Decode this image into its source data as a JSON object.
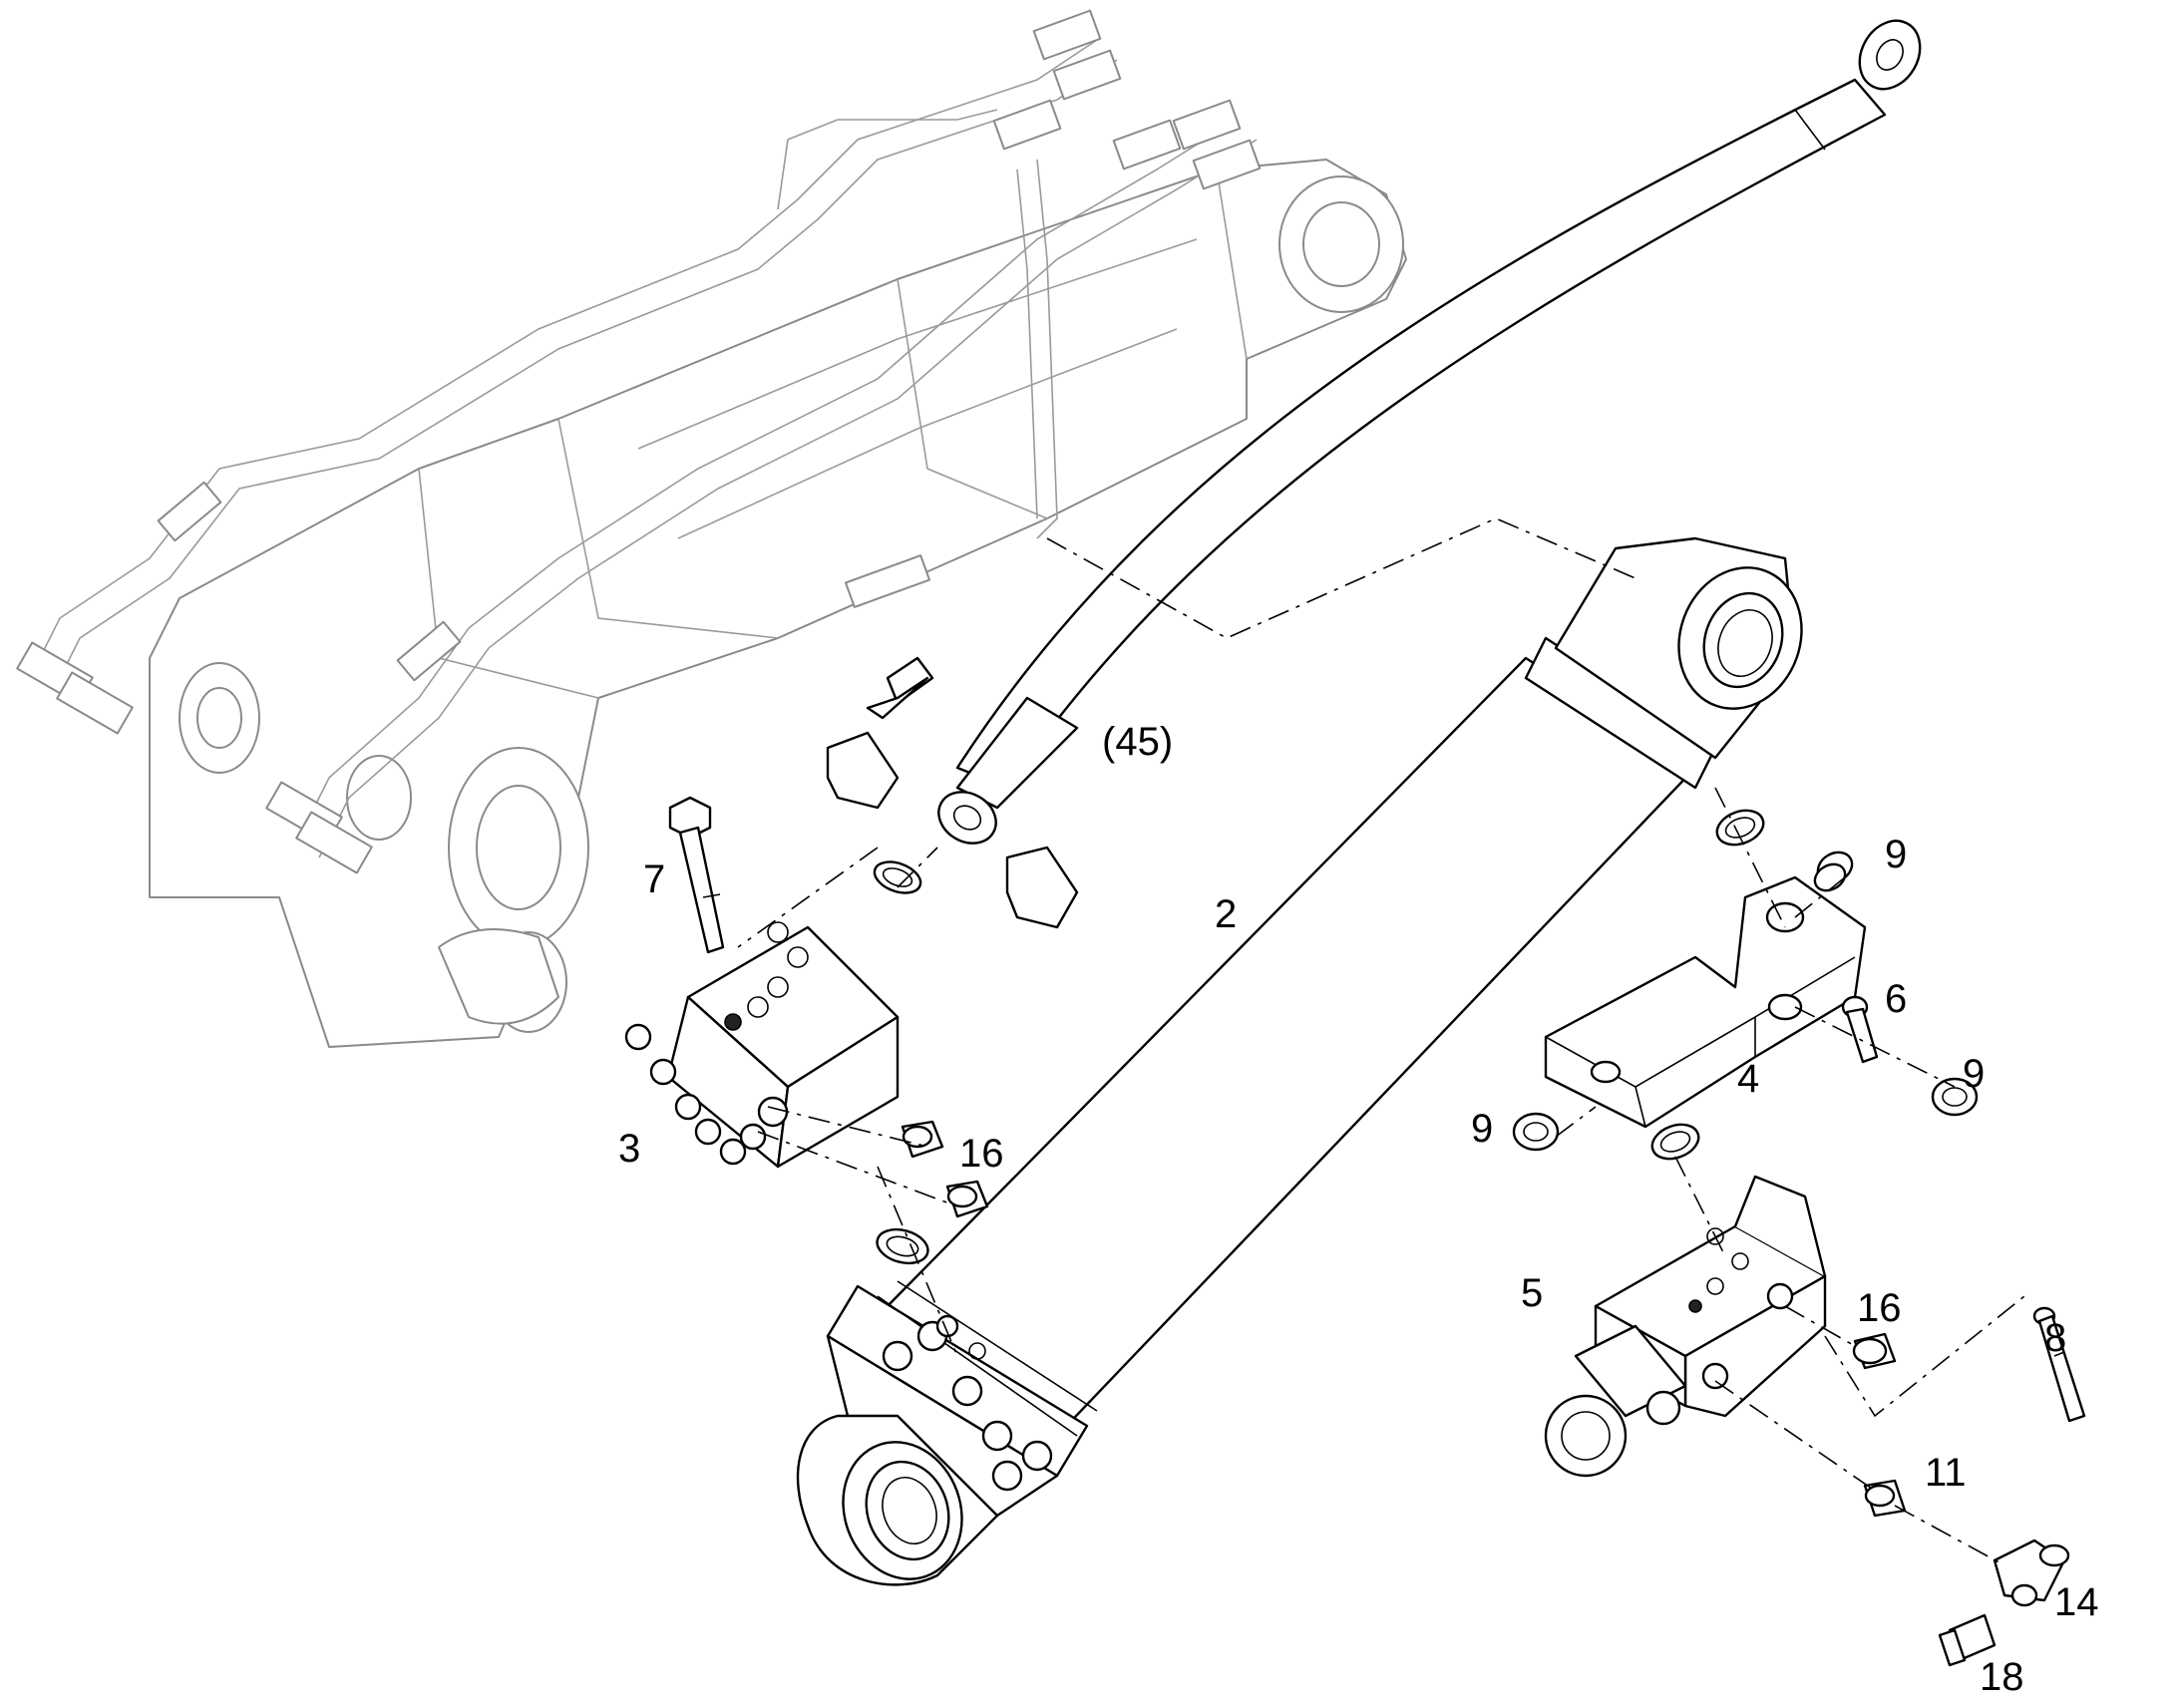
{
  "callouts": {
    "c45": "(45)",
    "c2": "2",
    "c3": "3",
    "c4": "4",
    "c5": "5",
    "c6": "6",
    "c7": "7",
    "c8": "8",
    "c9a": "9",
    "c9b": "9",
    "c9c": "9",
    "c11": "11",
    "c14": "14",
    "c16a": "16",
    "c16b": "16",
    "c18": "18"
  },
  "colors": {
    "line": "#000000",
    "ghost": "#8a8a8a",
    "background": "#ffffff"
  }
}
